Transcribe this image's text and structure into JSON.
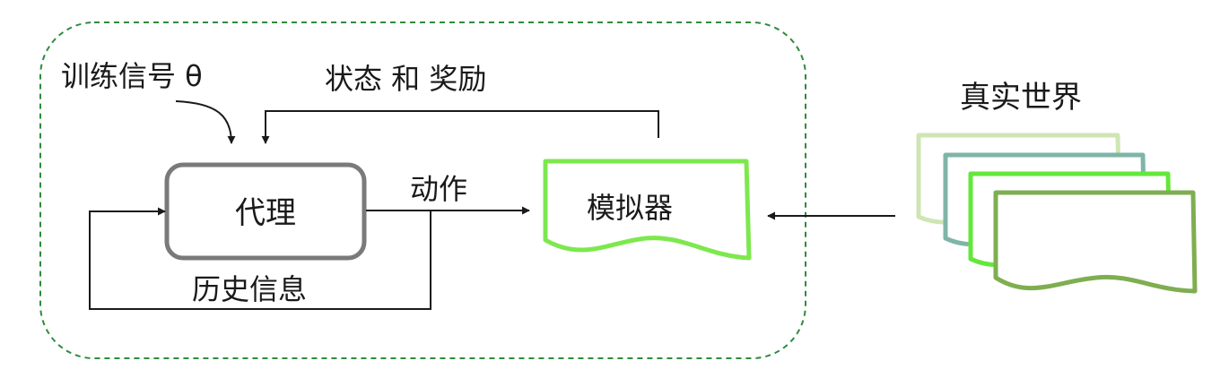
{
  "diagram": {
    "labels": {
      "training_signal": "训练信号 θ",
      "state_reward": "状态 和 奖励",
      "agent": "代理",
      "action": "动作",
      "history": "历史信息",
      "simulator": "模拟器",
      "real_world": "真实世界"
    },
    "colors": {
      "boundary": "#2e8b3d",
      "agent_border": "#7a7a7a",
      "simulator_border": "#7de84e",
      "arrow": "#1a1a1a",
      "world_sheets": [
        "#cfe6b4",
        "#7fb5a8",
        "#63e83a",
        "#7fae50"
      ]
    }
  }
}
